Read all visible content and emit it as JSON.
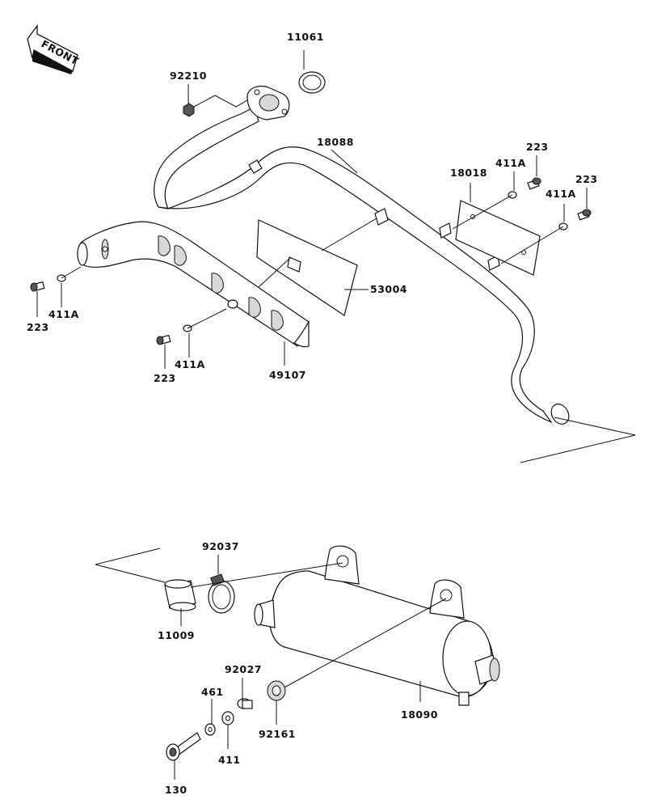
{
  "front_arrow": {
    "label": "FRONT"
  },
  "callouts": {
    "p11061": "11061",
    "p92210": "92210",
    "p18088": "18088",
    "p18018": "18018",
    "p411A_r1": "411A",
    "p223_r1": "223",
    "p223_r2": "223",
    "p411A_r2": "411A",
    "p411A_l1": "411A",
    "p223_l1": "223",
    "p53004": "53004",
    "p411A_l2": "411A",
    "p223_l2": "223",
    "p49107": "49107",
    "p92037": "92037",
    "p11009": "11009",
    "p92027": "92027",
    "p461": "461",
    "p18090": "18090",
    "p92161": "92161",
    "p411": "411",
    "p130": "130"
  }
}
